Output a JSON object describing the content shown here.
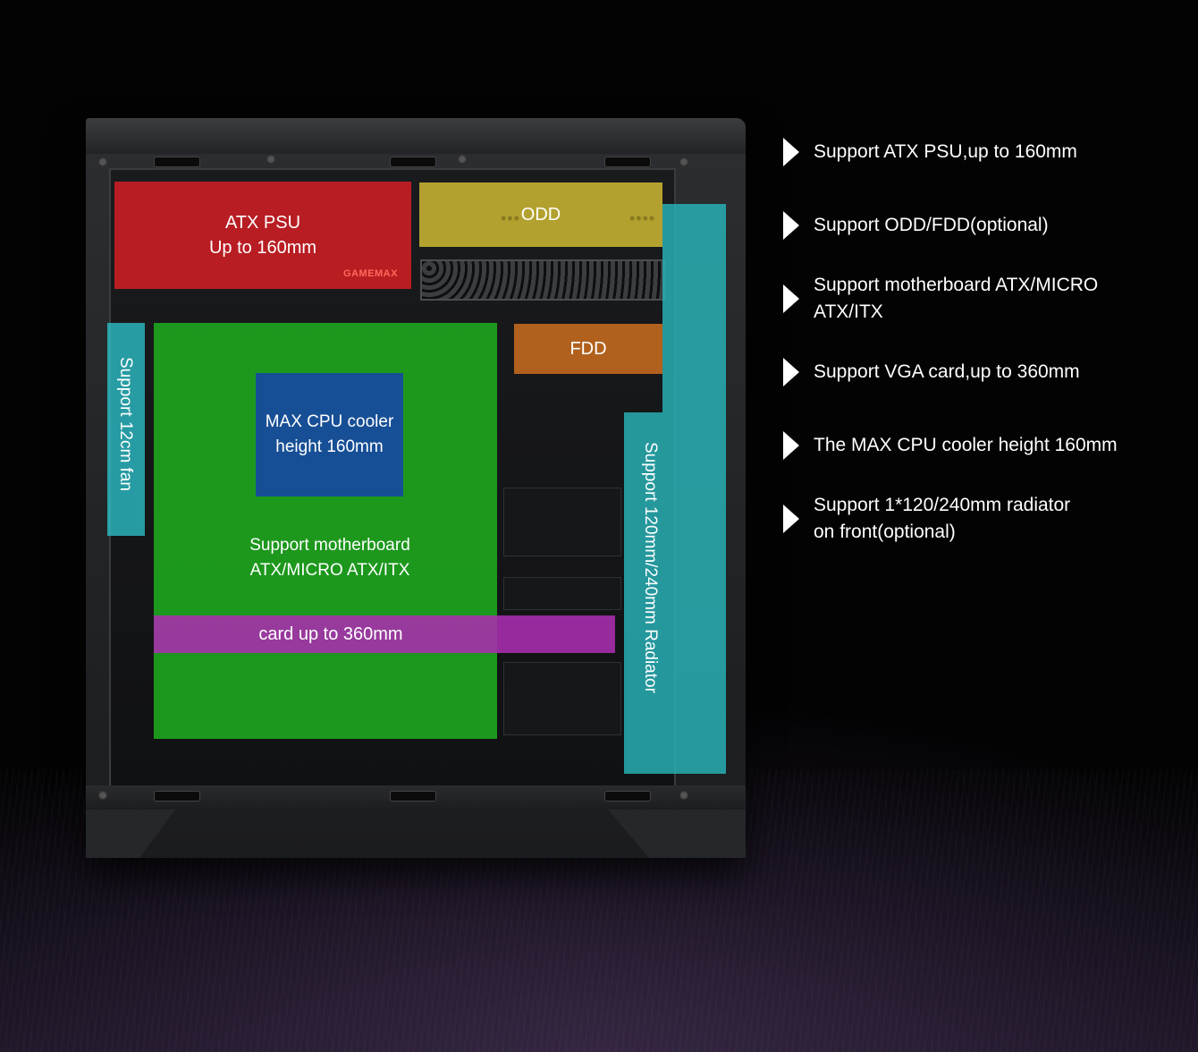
{
  "diagram": {
    "overlays": {
      "psu_line1": "ATX PSU",
      "psu_line2": "Up to 160mm",
      "psu_logo": "GAMEMAX",
      "odd": "ODD",
      "fdd": "FDD",
      "cpu_line1": "MAX CPU cooler",
      "cpu_line2": "height 160mm",
      "motherboard_line1": "Support motherboard",
      "motherboard_line2": "ATX/MICRO ATX/ITX",
      "vga": "card up to 360mm",
      "fan": "Support 12cm fan",
      "radiator": "Support 120mm/240mm Radiator"
    },
    "colors": {
      "psu": "#dc1e24",
      "odd": "#c8b432",
      "fdd": "#cd6e1e",
      "motherboard": "#1eaf1e",
      "cpu": "#174f96",
      "vga": "#aa2daf",
      "fan": "#2dc8d2",
      "radiator": "#28afb4"
    }
  },
  "features": [
    {
      "line1": "Support ATX PSU,up to 160mm",
      "line2": ""
    },
    {
      "line1": "Support ODD/FDD(optional)",
      "line2": ""
    },
    {
      "line1": "Support motherboard ATX/MICRO",
      "line2": "ATX/ITX"
    },
    {
      "line1": "Support  VGA card,up to 360mm",
      "line2": ""
    },
    {
      "line1": "The MAX CPU cooler height 160mm",
      "line2": ""
    },
    {
      "line1": "Support 1*120/240mm radiator",
      "line2": "on front(optional)"
    }
  ]
}
